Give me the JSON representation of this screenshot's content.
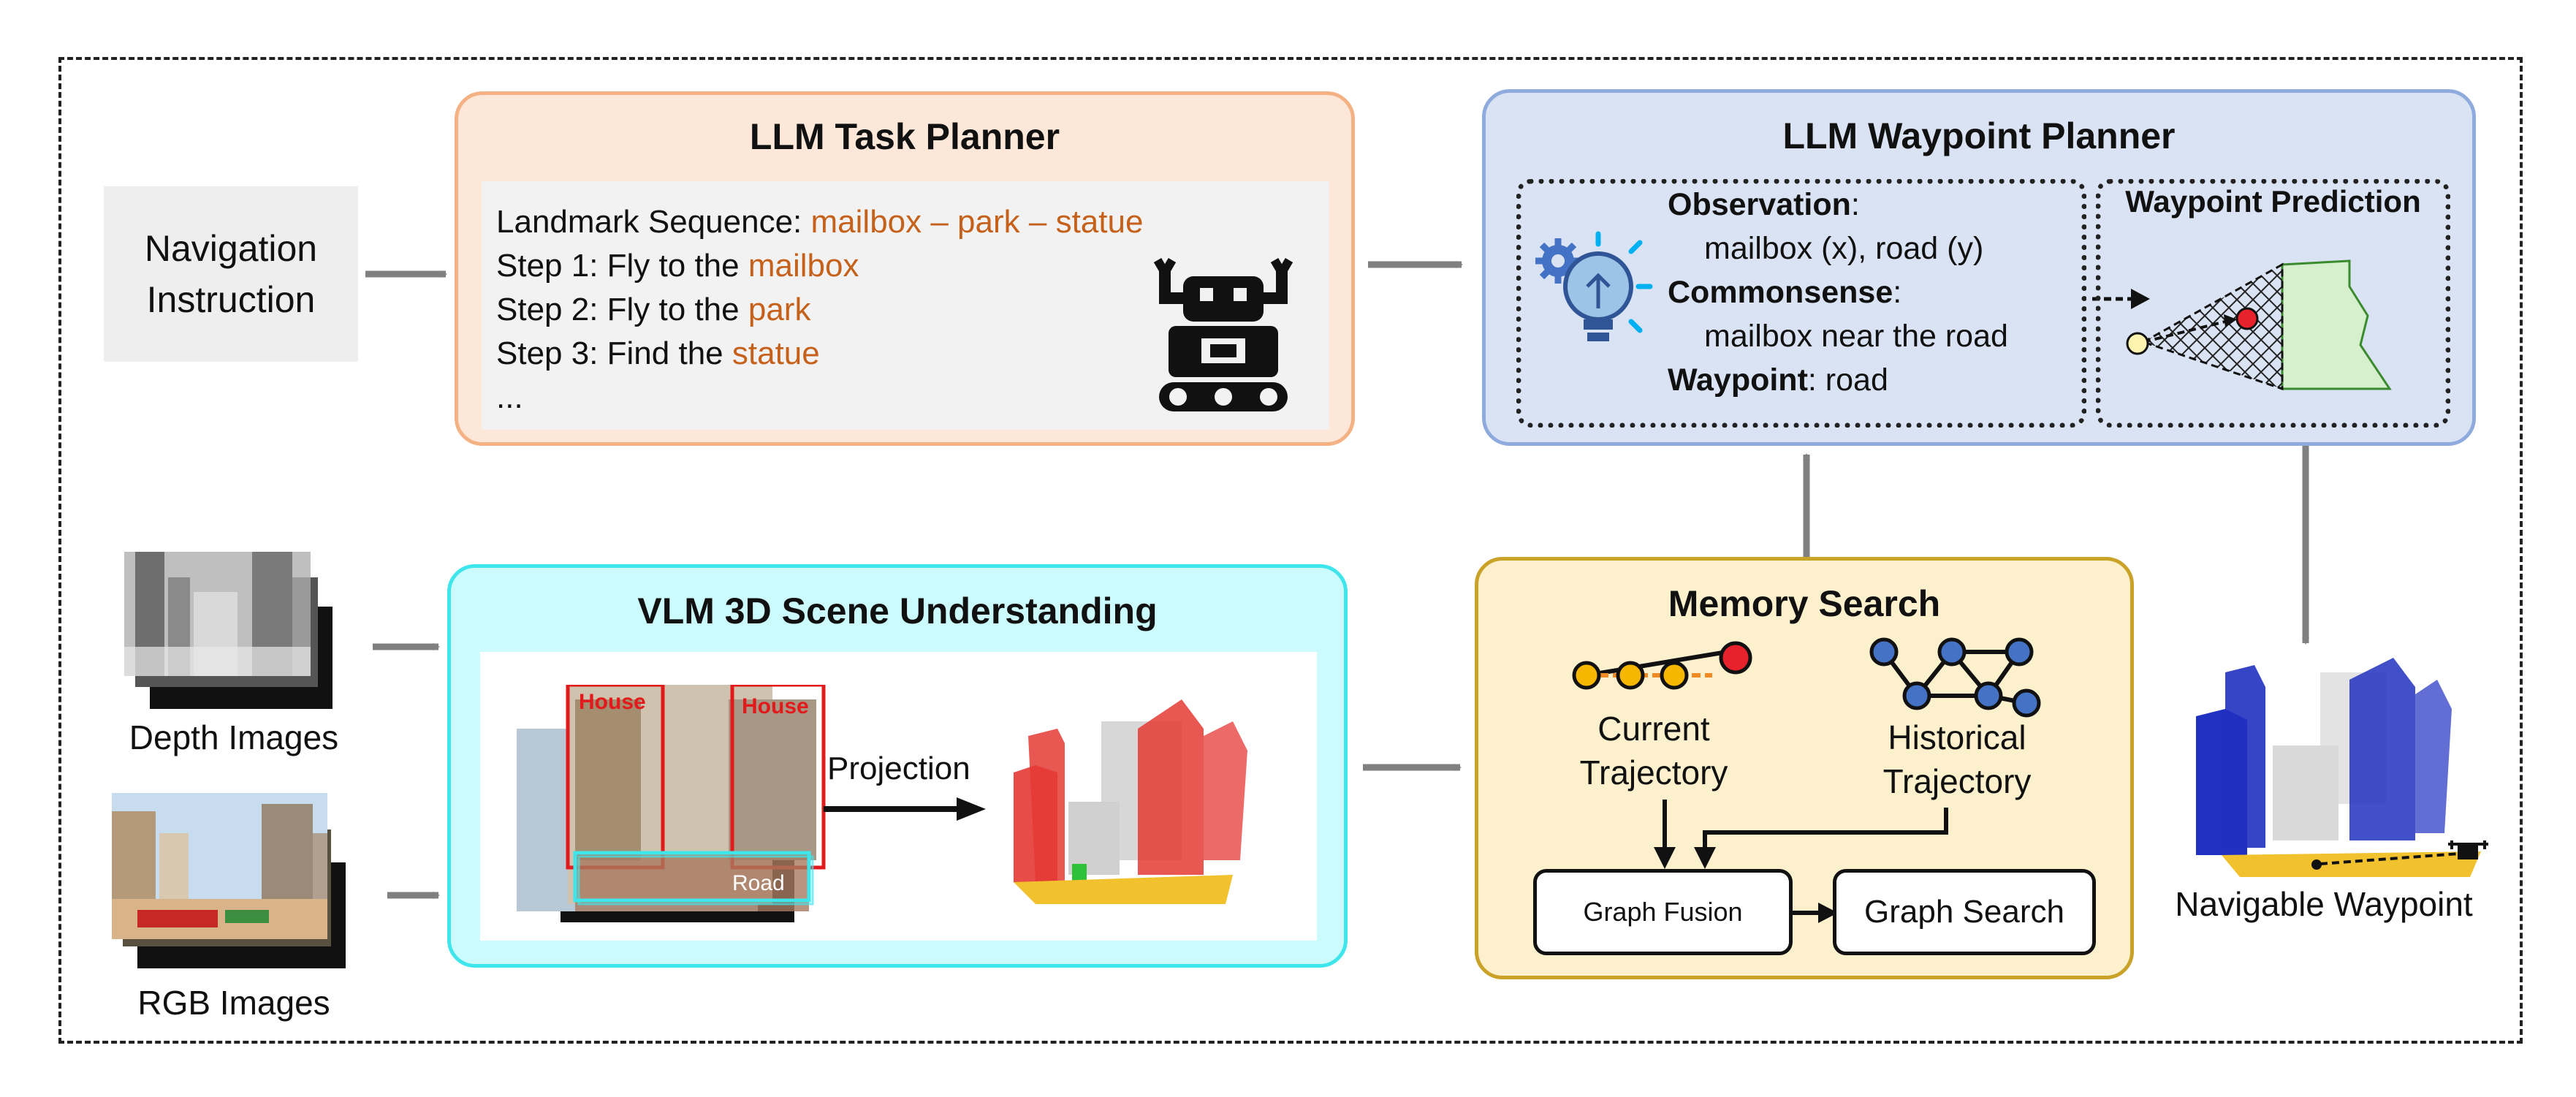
{
  "navigation_instruction": {
    "line1": "Navigation",
    "line2": "Instruction"
  },
  "task_planner": {
    "title": "LLM Task Planner",
    "landmark_prefix": "Landmark Sequence: ",
    "landmark_sequence": "mailbox – park – statue",
    "steps": [
      {
        "prefix": "Step 1: Fly to the ",
        "target": "mailbox"
      },
      {
        "prefix": "Step 2: Fly to the ",
        "target": "park"
      },
      {
        "prefix": "Step 3: Find the ",
        "target": "statue"
      }
    ],
    "ellipsis": "..."
  },
  "waypoint_planner": {
    "title": "LLM Waypoint Planner",
    "observation_label": "Observation",
    "observation_value": "mailbox (x), road (y)",
    "commonsense_label": "Commonsense",
    "commonsense_value": "mailbox near the road",
    "waypoint_label": "Waypoint",
    "waypoint_value": "road",
    "label_colon": ":",
    "prediction_title": "Waypoint Prediction"
  },
  "inputs": {
    "depth_label": "Depth Images",
    "rgb_label": "RGB Images"
  },
  "scene_understanding": {
    "title": "VLM 3D Scene Understanding",
    "house_label_1": "House",
    "house_label_2": "House",
    "road_label": "Road",
    "projection_label": "Projection"
  },
  "memory_search": {
    "title": "Memory Search",
    "current_line1": "Current",
    "current_line2": "Trajectory",
    "historical_line1": "Historical",
    "historical_line2": "Trajectory",
    "graph_fusion": "Graph Fusion",
    "graph_search": "Graph Search"
  },
  "output": {
    "label": "Navigable Waypoint"
  },
  "colors": {
    "task_planner_fill": "#fce7d8",
    "task_planner_border": "#f4b183",
    "waypoint_planner_fill": "#dae3f3",
    "waypoint_planner_border": "#8faadc",
    "scene_fill": "#ccfbfd",
    "scene_border": "#3ee6ec",
    "memory_fill": "#fdf0cd",
    "memory_border": "#c9a227",
    "highlight_text": "#c5611b",
    "arrow_gray": "#808080",
    "graph_node_blue": "#4472c4",
    "graph_node_orange": "#f5b700",
    "target_red": "#e8222c",
    "pointcloud_red": "#e53935",
    "pointcloud_blue": "#2030c0",
    "ground_yellow": "#f2c12e",
    "region_green": "#d6efcc"
  }
}
